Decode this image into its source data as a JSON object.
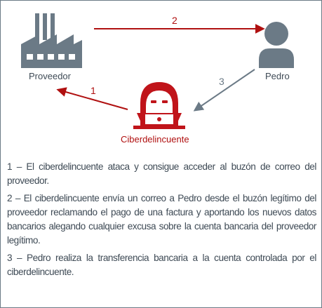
{
  "diagram": {
    "nodes": {
      "supplier": {
        "label": "Proveedor",
        "icon": "factory-icon"
      },
      "pedro": {
        "label": "Pedro",
        "icon": "person-icon"
      },
      "attacker": {
        "label": "Ciberdelincuente",
        "icon": "hooded-hacker-icon"
      }
    },
    "arrows": [
      {
        "number": "1",
        "from": "attacker",
        "to": "supplier",
        "color": "#b01010"
      },
      {
        "number": "2",
        "from": "supplier",
        "to": "pedro",
        "color": "#b01010"
      },
      {
        "number": "3",
        "from": "pedro",
        "to": "attacker",
        "color": "#6b7a86"
      }
    ],
    "colors": {
      "icon_gray": "#6b7a86",
      "attacker_red": "#c0141a",
      "arrow_red": "#b01010"
    }
  },
  "steps": [
    "1 – El ciberdelincuente ataca y consigue acceder al buzón de correo del proveedor.",
    "2 – El ciberdelincuente envía un correo a Pedro desde el buzón legítimo del proveedor reclamando el pago de una factura y aportando los nuevos datos bancarios alegando cualquier excusa sobre la cuenta bancaria del proveedor legítimo.",
    "3 – Pedro realiza la transferencia bancaria a la cuenta controlada por el ciberdelincuente."
  ]
}
